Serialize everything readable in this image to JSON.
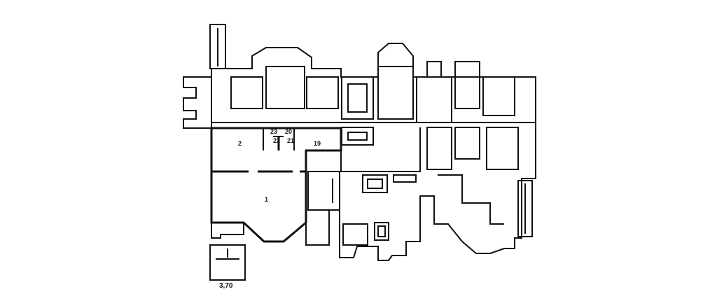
{
  "plan": {
    "highlight_color": "#d9cfe0",
    "room_labels": [
      {
        "id": "room-1",
        "text": "1"
      },
      {
        "id": "room-2",
        "text": "2"
      },
      {
        "id": "room-19",
        "text": "19"
      },
      {
        "id": "room-20",
        "text": "20"
      },
      {
        "id": "room-21",
        "text": "21"
      },
      {
        "id": "room-22",
        "text": "22"
      },
      {
        "id": "room-23",
        "text": "23"
      }
    ],
    "dimension": "3,70"
  }
}
